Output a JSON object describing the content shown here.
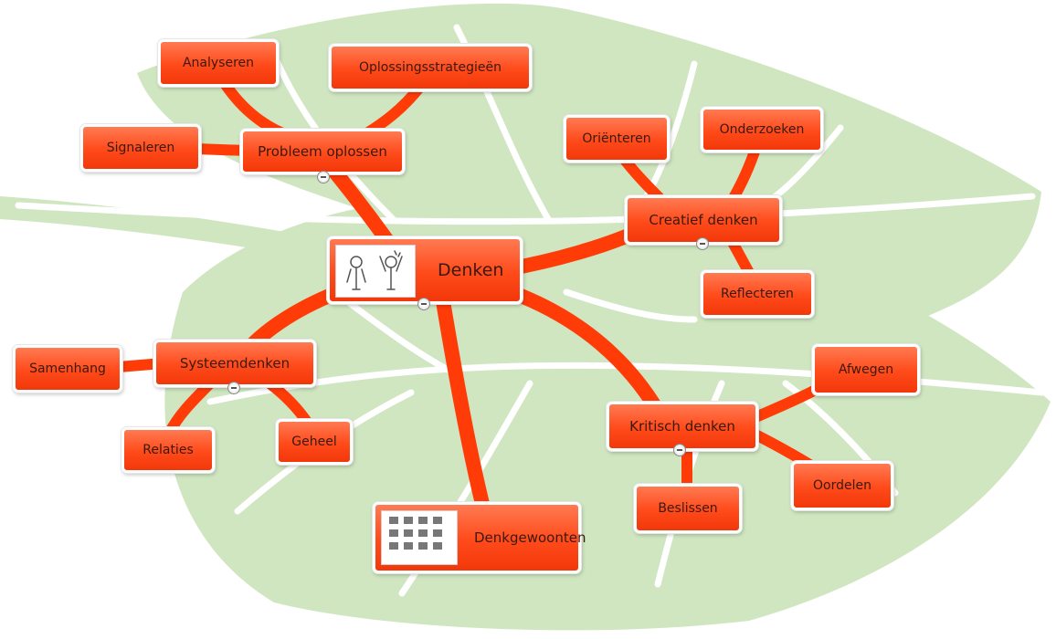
{
  "colors": {
    "branch": "#ff3b08",
    "leaf": "#cfe6c0",
    "leaf_vein": "#ffffff",
    "node_top": "#ff7a52",
    "node_bottom": "#f2380a",
    "text": "#3a1a10"
  },
  "mindmap": {
    "center": "Denken",
    "branches": {
      "probleem": {
        "label": "Probleem oplossen",
        "children": [
          "Analyseren",
          "Oplossingsstrategieën",
          "Signaleren"
        ]
      },
      "creatief": {
        "label": "Creatief denken",
        "children": [
          "Oriënteren",
          "Onderzoeken",
          "Reflecteren"
        ]
      },
      "systeem": {
        "label": "Systeemdenken",
        "children": [
          "Samenhang",
          "Relaties",
          "Geheel"
        ]
      },
      "kritisch": {
        "label": "Kritisch denken",
        "children": [
          "Afwegen",
          "Oordelen",
          "Beslissen"
        ]
      },
      "gewoonten": {
        "label": "Denkgewoonten"
      }
    }
  }
}
